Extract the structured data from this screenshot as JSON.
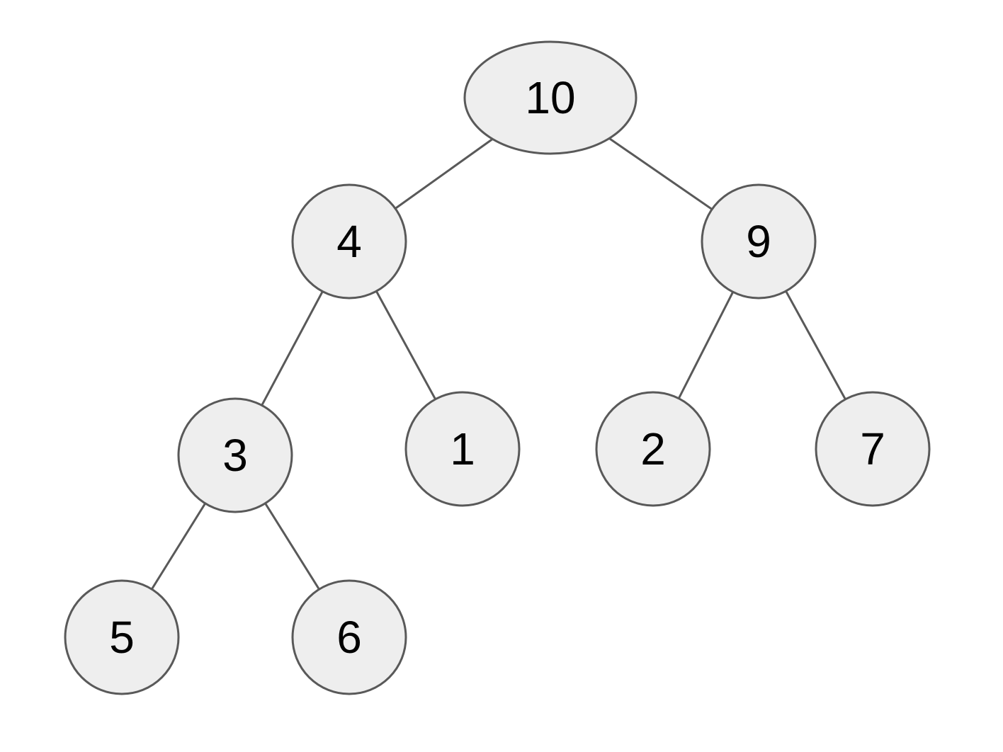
{
  "colors": {
    "node_fill": "#eeeeee",
    "node_stroke": "#595959",
    "edge_stroke": "#595959",
    "label": "#000000",
    "background": "#ffffff"
  },
  "tree": {
    "nodes": [
      {
        "id": "n10",
        "label": "10",
        "level": 0
      },
      {
        "id": "n4",
        "label": "4",
        "level": 1
      },
      {
        "id": "n9",
        "label": "9",
        "level": 1
      },
      {
        "id": "n3",
        "label": "3",
        "level": 2
      },
      {
        "id": "n1",
        "label": "1",
        "level": 2
      },
      {
        "id": "n2",
        "label": "2",
        "level": 2
      },
      {
        "id": "n7",
        "label": "7",
        "level": 2
      },
      {
        "id": "n5",
        "label": "5",
        "level": 3
      },
      {
        "id": "n6",
        "label": "6",
        "level": 3
      }
    ],
    "edges": [
      {
        "from": "n10",
        "to": "n4"
      },
      {
        "from": "n10",
        "to": "n9"
      },
      {
        "from": "n4",
        "to": "n3"
      },
      {
        "from": "n4",
        "to": "n1"
      },
      {
        "from": "n9",
        "to": "n2"
      },
      {
        "from": "n9",
        "to": "n7"
      },
      {
        "from": "n3",
        "to": "n5"
      },
      {
        "from": "n3",
        "to": "n6"
      }
    ]
  }
}
